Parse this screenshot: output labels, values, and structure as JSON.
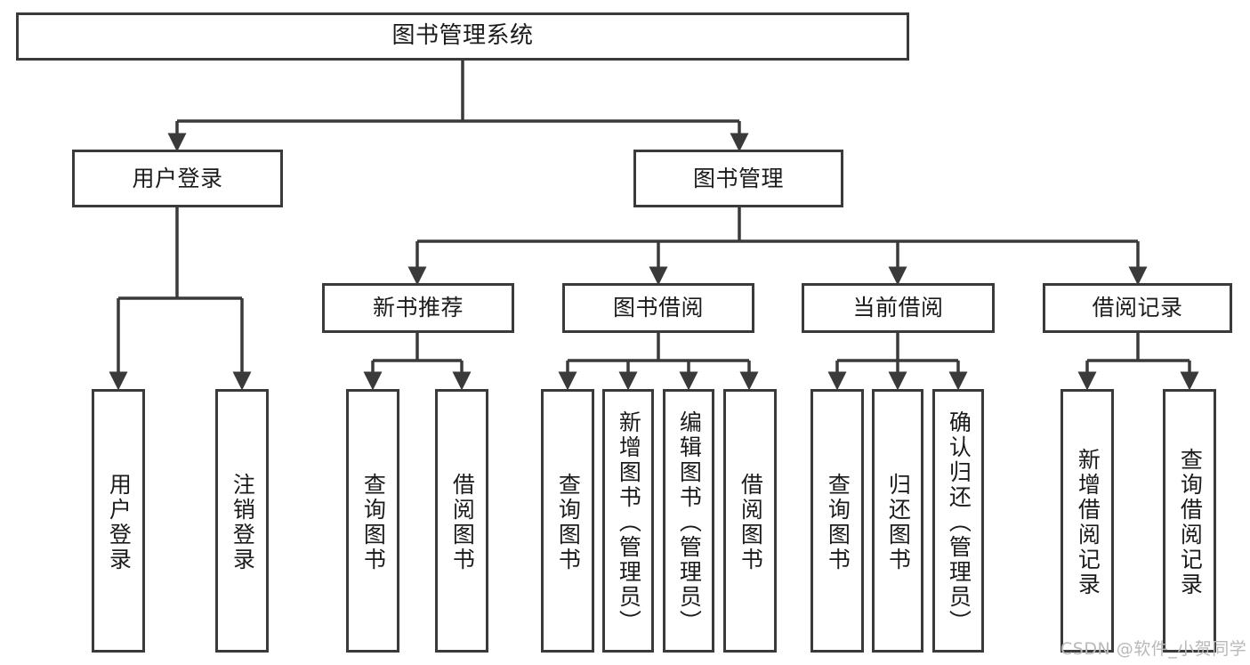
{
  "diagram": {
    "type": "tree-hierarchy-chart",
    "title": "图书管理系统",
    "levels": 4,
    "root": {
      "label": "图书管理系统"
    },
    "level1": [
      {
        "label": "用户登录"
      },
      {
        "label": "图书管理"
      }
    ],
    "level2": [
      {
        "label": "新书推荐"
      },
      {
        "label": "图书借阅"
      },
      {
        "label": "当前借阅"
      },
      {
        "label": "借阅记录"
      }
    ],
    "leaves": {
      "user_login": [
        {
          "label": "用户登录"
        },
        {
          "label": "注销登录"
        }
      ],
      "new_book_recommend": [
        {
          "label": "查询图书"
        },
        {
          "label": "借阅图书"
        }
      ],
      "book_borrow": [
        {
          "label": "查询图书"
        },
        {
          "label": "新增图书（管理员）"
        },
        {
          "label": "编辑图书（管理员）"
        },
        {
          "label": "借阅图书"
        }
      ],
      "current_borrow": [
        {
          "label": "查询图书"
        },
        {
          "label": "归还图书"
        },
        {
          "label": "确认归还（管理员）"
        }
      ],
      "borrow_record": [
        {
          "label": "新增借阅记录"
        },
        {
          "label": "查询借阅记录"
        }
      ]
    }
  },
  "watermark": {
    "text": "CSDN @软件_小贺同学"
  },
  "colors": {
    "stroke": "#3a3a3a",
    "fill": "#ffffff",
    "text": "#1b1b1b",
    "watermark": "#b9b9b9"
  }
}
